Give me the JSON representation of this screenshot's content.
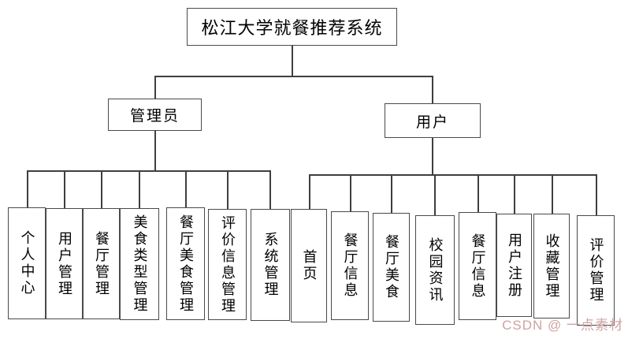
{
  "title": "松江大学就餐推荐系统",
  "branches": [
    {
      "label": "管理员",
      "children": [
        "个人中心",
        "用户管理",
        "餐厅管理",
        "美食类型管理",
        "餐厅美食管理",
        "评价信息管理",
        "系统管理"
      ]
    },
    {
      "label": "用户",
      "children": [
        "首页",
        "餐厅信息",
        "餐厅美食",
        "校园资讯",
        "餐厅信息",
        "用户注册",
        "收藏管理",
        "评价管理"
      ]
    }
  ],
  "watermark": "CSDN @ 一点素材",
  "colors": {
    "line": "#3f3f3f",
    "border": "#4a4a4a",
    "background": "#ffffff",
    "text": "#000000",
    "watermark": "#cfa2a2"
  }
}
